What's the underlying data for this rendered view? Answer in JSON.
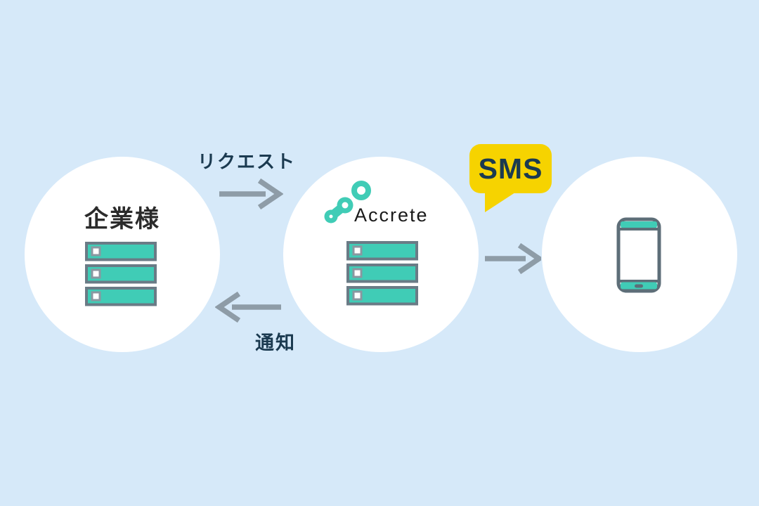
{
  "diagram": {
    "title": "sms-delivery-flow",
    "background_color": "#d6e9f9",
    "palette": {
      "teal": "#40ccb6",
      "arrow_gray": "#8e9ca7",
      "navy_text": "#1b3a50",
      "bubble_yellow": "#f6d300",
      "ink": "#2b2b2b",
      "server_border_gray": "#6a7b86",
      "phone_border_gray": "#5d6e78",
      "circle_white": "#ffffff"
    },
    "nodes": {
      "company": {
        "label": "企業様",
        "icon": "server-stack-icon"
      },
      "provider": {
        "brand": "Accrete",
        "logo": "accrete-logo-icon",
        "icon": "server-stack-icon"
      },
      "recipient": {
        "icon": "smartphone-icon"
      }
    },
    "flows": {
      "request": {
        "label": "リクエスト",
        "from": "company",
        "to": "provider",
        "direction": "right"
      },
      "notification": {
        "label": "通知",
        "from": "provider",
        "to": "company",
        "direction": "left"
      },
      "sms": {
        "label": "SMS",
        "from": "provider",
        "to": "recipient",
        "direction": "right"
      }
    }
  }
}
